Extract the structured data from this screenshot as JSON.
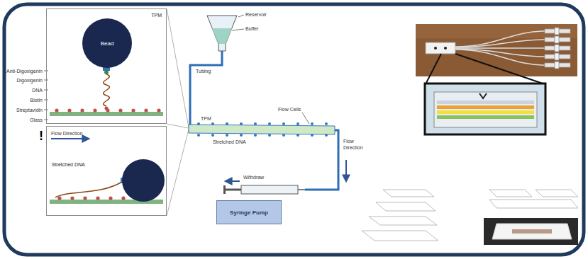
{
  "diagram": {
    "nodes": [
      {
        "text": [
          "TPM"
        ]
      },
      {
        "text": [
          "Bead"
        ],
        "in": 0
      },
      {
        "text": [
          "Stretched DNA"
        ]
      },
      {
        "text": [
          "Syringe Pump"
        ]
      }
    ],
    "labels": [
      "Anti-Digoxigenin",
      "Digoxigenin",
      "DNA",
      "Biotin",
      "Streptavidin",
      "Glass",
      "!",
      "Flow Direction",
      "Reservoir",
      "Buffer",
      "Tubing",
      "TPM",
      "Flow Cells",
      "Stretched DNA",
      "Flow Direction",
      "Withdraw"
    ]
  }
}
